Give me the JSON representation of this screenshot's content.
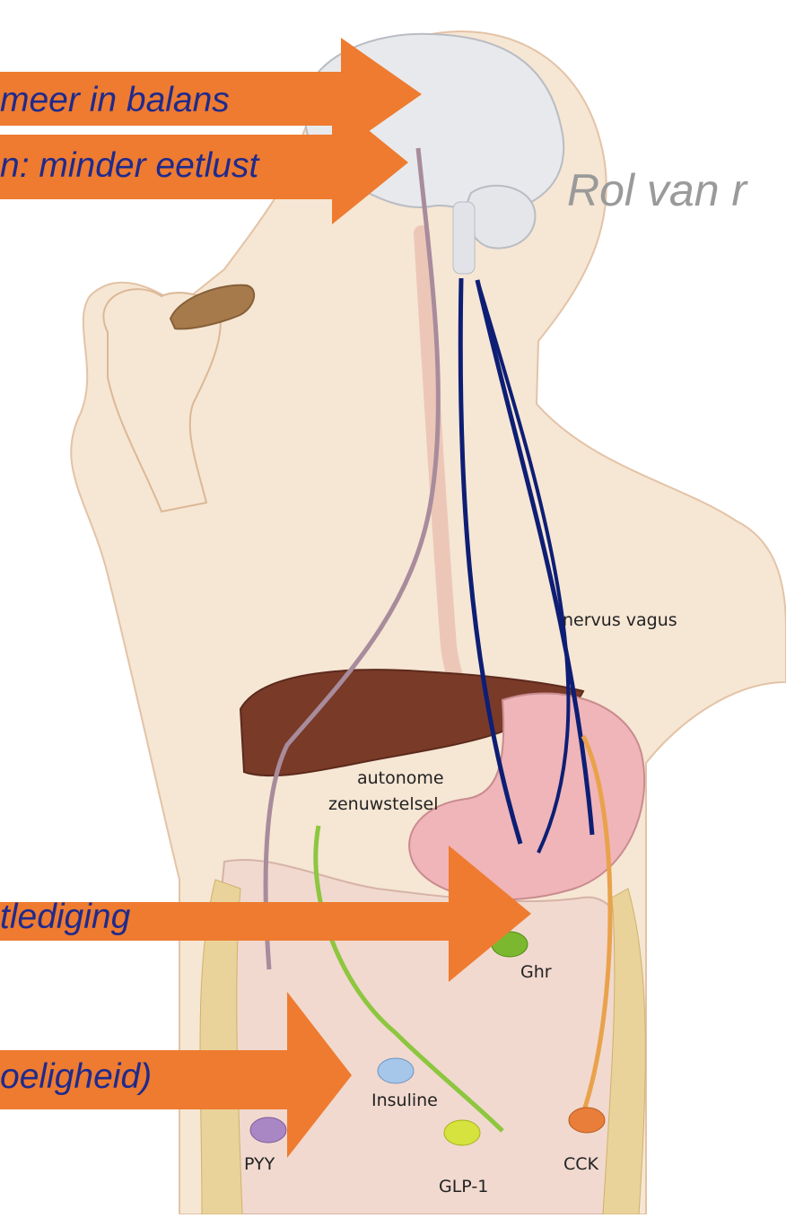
{
  "title": "Rol van r",
  "arrows": [
    {
      "text": "meer in balans"
    },
    {
      "text": "n: minder eetlust"
    },
    {
      "text": "tlediging"
    },
    {
      "text": "oeligheid)"
    }
  ],
  "labels": {
    "nervus_vagus": "nervus vagus",
    "autonome_line1": "autonome",
    "autonome_line2": "zenuwstelsel",
    "ghr": "Ghr",
    "insuline": "Insuline",
    "pyy": "PYY",
    "glp1": "GLP-1",
    "cck": "CCK"
  },
  "colors": {
    "arrow": "#ee7b30",
    "arrow_text": "#1f2a8c",
    "skin": "#f6e6d4",
    "brain": "#e8e9ec",
    "liver": "#7a3a28",
    "stomach": "#efb5b8",
    "vagus": "#0d1e74",
    "sympathetic": "#a88c9c",
    "autonomic": "#8dc63f",
    "cck_fiber": "#e9a24b",
    "intestine": "#f1d9cf"
  }
}
